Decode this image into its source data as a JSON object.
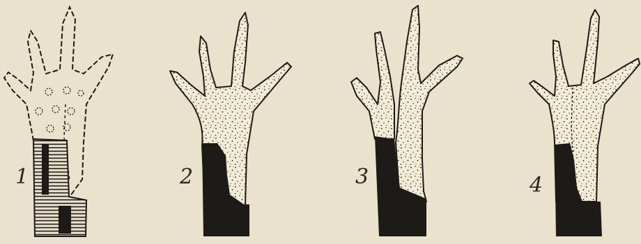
{
  "figures": [
    {
      "label": "1"
    },
    {
      "label": "2"
    },
    {
      "label": "3"
    },
    {
      "label": "4"
    }
  ],
  "colors": {
    "paper": "#eae2cc",
    "skin": "#f3ecd7",
    "ink": "#1d1a17"
  }
}
